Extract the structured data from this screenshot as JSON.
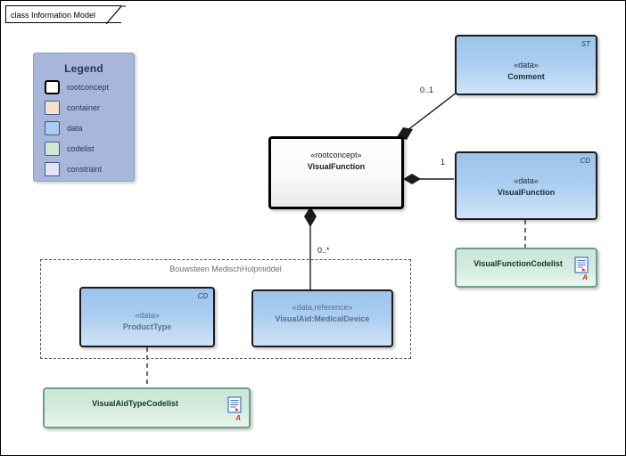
{
  "diagram": {
    "title": "class Information Model"
  },
  "legend": {
    "title": "Legend",
    "items": [
      {
        "label": "rootconcept",
        "color": "#ffffff",
        "swatch": "rootconcept-swatch"
      },
      {
        "label": "container",
        "color": "#f8e0ce",
        "swatch": "container-swatch"
      },
      {
        "label": "data",
        "color": "#a8cdf0",
        "swatch": "data-swatch"
      },
      {
        "label": "codelist",
        "color": "#cfe8d8",
        "swatch": "codelist-swatch"
      },
      {
        "label": "constraint",
        "color": "#e4e4f4",
        "swatch": "constraint-swatch"
      }
    ]
  },
  "classes": {
    "comment": {
      "stereotype": "«data»",
      "name": "Comment",
      "corner": "ST"
    },
    "vf_root": {
      "stereotype": "«rootconcept»",
      "name": "VisualFunction",
      "corner": ""
    },
    "vf_data": {
      "stereotype": "«data»",
      "name": "VisualFunction",
      "corner": "CD"
    },
    "vf_codelist": {
      "name": "VisualFunctionCodelist",
      "marker": "A"
    },
    "product_type": {
      "stereotype": "«data»",
      "name": "ProductType",
      "corner": "CD"
    },
    "medical_dev": {
      "stereotype": "«data,reference»",
      "name": "VisualAid:MedicalDevice",
      "corner": ""
    },
    "vat_codelist": {
      "name": "VisualAidTypeCodelist",
      "marker": "A"
    }
  },
  "package": {
    "label": "Bouwsteen MedischHulpmiddel"
  },
  "relations": {
    "comment_mult": "0..1",
    "vf_data_mult": "1",
    "medical_dev_mult": "0..*"
  },
  "colors": {
    "legend_bg": "#a7b6d9",
    "data_fill": "#a9cdf0",
    "codelist_fill": "#cfe8d8",
    "root_fill": "#ffffff",
    "marker_red": "#d52b1e",
    "package_border": "#555555"
  }
}
